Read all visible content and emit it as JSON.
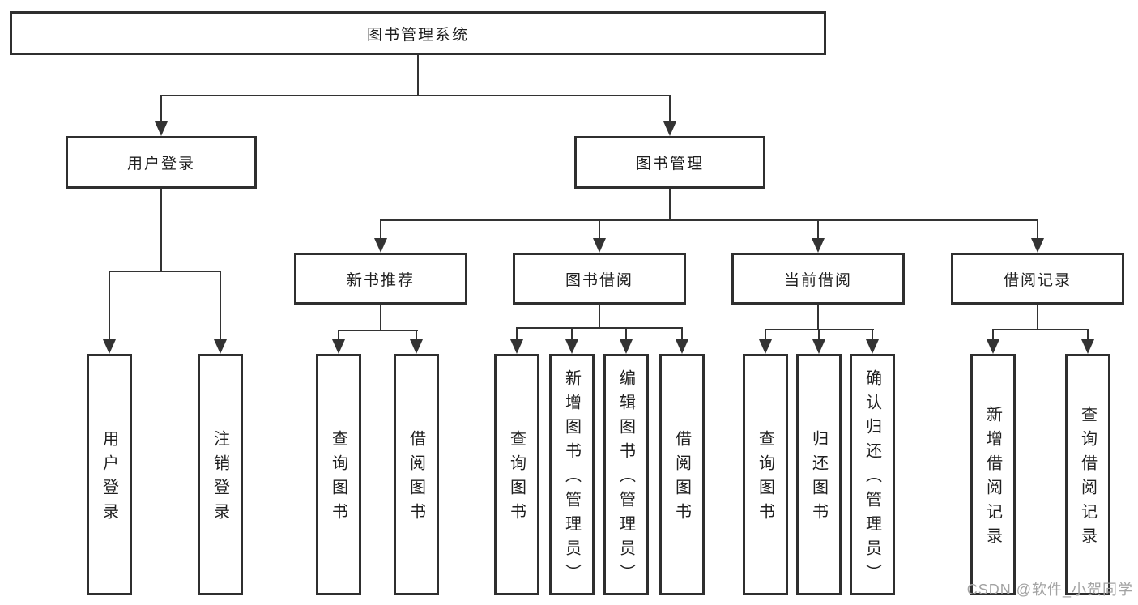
{
  "tree": {
    "root": "图书管理系统",
    "branches": [
      {
        "label": "用户登录",
        "children": [
          "用户登录",
          "注销登录"
        ]
      },
      {
        "label": "图书管理",
        "subbranches": [
          {
            "label": "新书推荐",
            "children": [
              "查询图书",
              "借阅图书"
            ]
          },
          {
            "label": "图书借阅",
            "children": [
              "查询图书",
              "新增图书（管理员）",
              "编辑图书（管理员）",
              "借阅图书"
            ]
          },
          {
            "label": "当前借阅",
            "children": [
              "查询图书",
              "归还图书",
              "确认归还（管理员）"
            ]
          },
          {
            "label": "借阅记录",
            "children": [
              "新增借阅记录",
              "查询借阅记录"
            ]
          }
        ]
      }
    ]
  },
  "watermark": "CSDN @软件_小贺同学",
  "colors": {
    "line": "#333333",
    "box_border": "#2f2f2f",
    "text": "#1f1f1f",
    "watermark": "#a3a3a3",
    "background": "#ffffff"
  }
}
